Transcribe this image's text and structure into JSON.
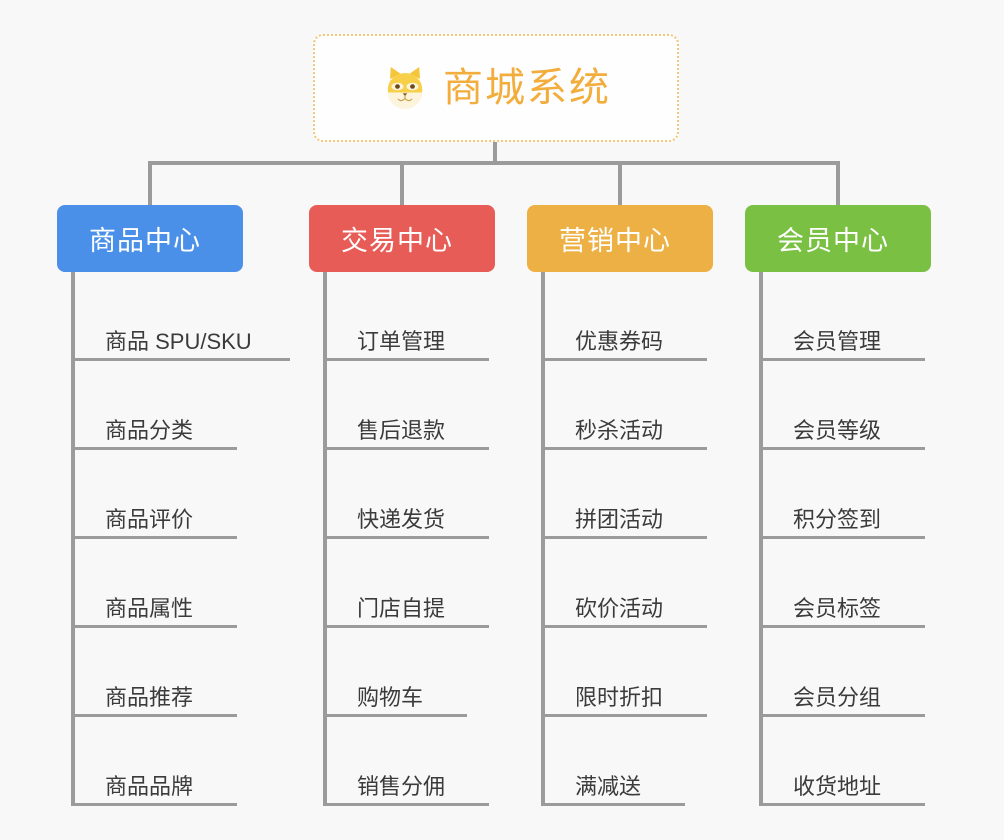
{
  "diagram": {
    "type": "tree-mindmap",
    "background_color": "#f8f8f8",
    "connector_color": "#9b9b9b",
    "root": {
      "title": "商城系统",
      "icon": "shiba-inu-dog-icon",
      "title_color": "#f2ad3c",
      "border_color": "#f3c77a",
      "border_style": "dotted",
      "background": "#fefefe"
    },
    "branches": [
      {
        "id": "product-center",
        "label": "商品中心",
        "color": "#4a90e8",
        "items": [
          "商品 SPU/SKU",
          "商品分类",
          "商品评价",
          "商品属性",
          "商品推荐",
          "商品品牌"
        ]
      },
      {
        "id": "trade-center",
        "label": "交易中心",
        "color": "#e85c57",
        "items": [
          "订单管理",
          "售后退款",
          "快递发货",
          "门店自提",
          "购物车",
          "销售分佣"
        ]
      },
      {
        "id": "marketing-center",
        "label": "营销中心",
        "color": "#edb044",
        "items": [
          "优惠券码",
          "秒杀活动",
          "拼团活动",
          "砍价活动",
          "限时折扣",
          "满减送"
        ]
      },
      {
        "id": "member-center",
        "label": "会员中心",
        "color": "#7ac143",
        "items": [
          "会员管理",
          "会员等级",
          "积分签到",
          "会员标签",
          "会员分组",
          "收货地址"
        ]
      }
    ]
  }
}
